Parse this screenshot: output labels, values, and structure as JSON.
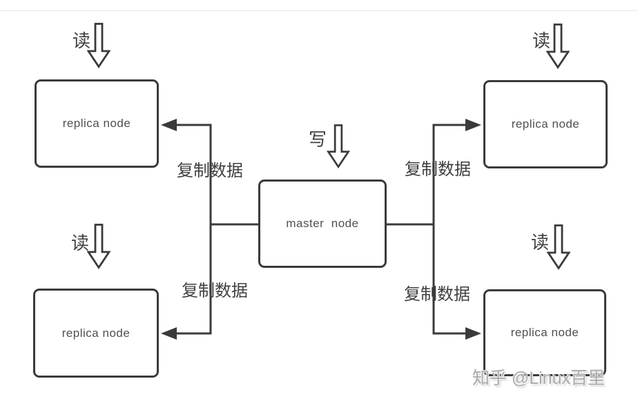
{
  "diagram": {
    "title_semantic": "master-replica replication diagram",
    "colors": {
      "line": "#3a3a3a",
      "box_border": "#3a3a3a",
      "node_text": "#4f4f4f",
      "cjk_text": "#3f3f3f",
      "watermark_text": "#a9a9a9",
      "background": "#ffffff"
    },
    "labels": {
      "read": "读",
      "write": "写",
      "copy_data": "复制数据"
    },
    "nodes": {
      "master": "master  node",
      "replica_top_left": "replica node",
      "replica_bottom_left": "replica node",
      "replica_top_right": "replica node",
      "replica_bottom_right": "replica node"
    },
    "watermark": "知乎 @Linux百里"
  }
}
